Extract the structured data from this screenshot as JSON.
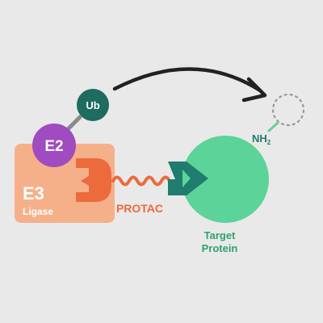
{
  "colors": {
    "background": "#e9e9e9",
    "e3_ligase": "#f5b08a",
    "e3_ligase_label": "#ffffff",
    "e2": "#a04bc0",
    "ub": "#1e6b60",
    "warhead_e3": "#ec6a3c",
    "linker": "#ec6a3c",
    "warhead_target": "#1f7c6e",
    "target_protein": "#5cd398",
    "target_label": "#2ea36b",
    "arrow": "#222222",
    "ub_placeholder": "#999999",
    "stem": "#8a8a8a"
  },
  "labels": {
    "ub": "Ub",
    "e2": "E2",
    "e3": "E3",
    "ligase": "Ligase",
    "protac": "PROTAC",
    "nh2_main": "NH",
    "nh2_sub": "2",
    "target_line1": "Target",
    "target_line2": "Protein"
  },
  "icons": {
    "transfer_arrow": "curved-arrow-icon",
    "ubiquitin_destination": "dashed-circle-icon"
  }
}
